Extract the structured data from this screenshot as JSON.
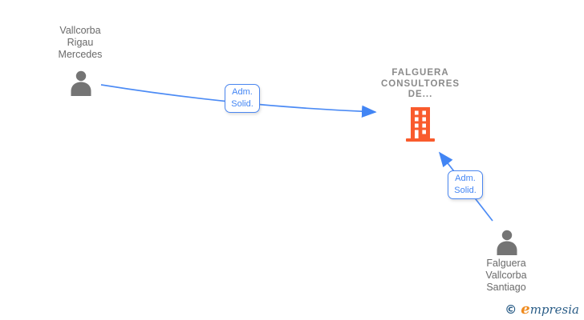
{
  "diagram_type": "corporate-relationship-graph",
  "nodes": {
    "person1": {
      "type": "person",
      "icon": "person-silhouette-icon",
      "lines": [
        "Vallcorba",
        "Rigau",
        "Mercedes"
      ]
    },
    "company": {
      "type": "company",
      "icon": "building-icon",
      "lines": [
        "FALGUERA",
        "CONSULTORES",
        "DE..."
      ]
    },
    "person2": {
      "type": "person",
      "icon": "person-silhouette-icon",
      "lines": [
        "Falguera",
        "Vallcorba",
        "Santiago"
      ]
    }
  },
  "edges": [
    {
      "from": "person1",
      "to": "company",
      "label_lines": [
        "Adm.",
        "Solid."
      ]
    },
    {
      "from": "person2",
      "to": "company",
      "label_lines": [
        "Adm.",
        "Solid."
      ]
    }
  ],
  "footer": {
    "copyright": "©",
    "brand_initial": "e",
    "brand_rest": "mpresia"
  },
  "colors": {
    "arrow_blue": "#4c8bf5",
    "edge_label_blue": "#4285f4",
    "person_gray": "#747474",
    "name_text_gray": "#6a6a6a",
    "company_text_gray": "#8a8a8a",
    "building_orange": "#f95b2d",
    "brand_blue": "#2a5d87",
    "brand_orange": "#ef8b1f"
  }
}
